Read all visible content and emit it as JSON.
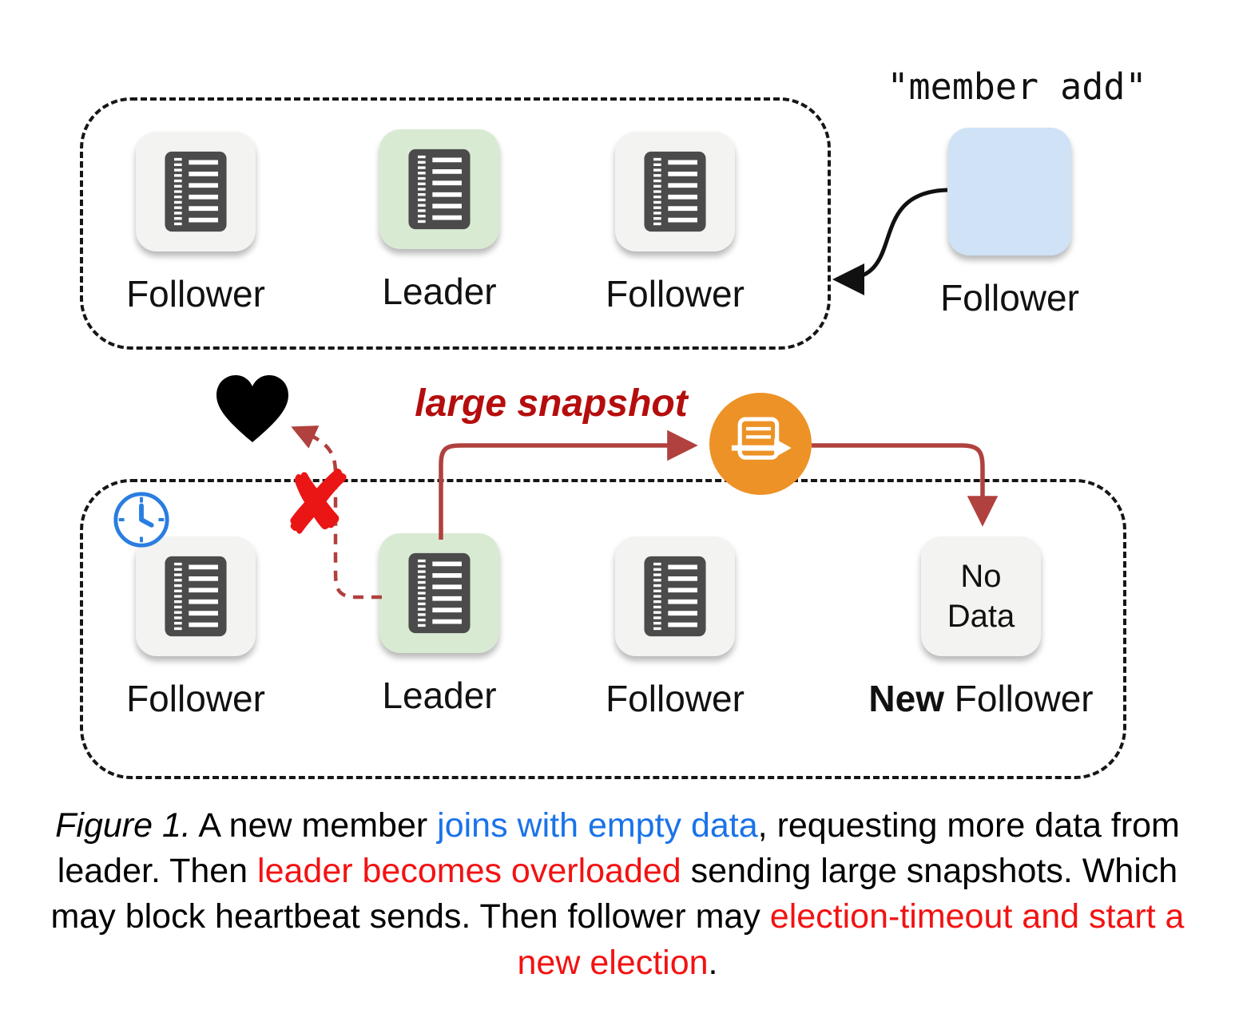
{
  "colors": {
    "leader_bg": "#d9ead3",
    "follower_bg": "#f3f3f1",
    "joining_follower_bg": "#cfe2f6",
    "arrow_dark_red": "#b0413e",
    "x_mark_red": "#ea1515",
    "large_snapshot_text": "#b50d0d",
    "caption_blue": "#1a73e8",
    "caption_red": "#f21212",
    "snapshot_badge_orange": "#ed9227",
    "clock_blue": "#2a7de1",
    "log_icon_dark": "#4b4b4b"
  },
  "top_cluster": {
    "nodes": [
      {
        "label": "Follower",
        "role": "follower"
      },
      {
        "label": "Leader",
        "role": "leader"
      },
      {
        "label": "Follower",
        "role": "follower"
      }
    ]
  },
  "joining": {
    "member_add": "\"member add\"",
    "label": "Follower"
  },
  "annotations": {
    "large_snapshot": "large snapshot",
    "x_mark": "✘"
  },
  "bottom_cluster": {
    "nodes": [
      {
        "label": "Follower",
        "role": "follower"
      },
      {
        "label": "Leader",
        "role": "leader"
      },
      {
        "label": "Follower",
        "role": "follower"
      }
    ],
    "new_follower": {
      "node_text": "No Data",
      "label_bold": "New",
      "label_rest": " Follower"
    }
  },
  "caption": {
    "segments": [
      {
        "text": "Figure 1.",
        "style": "italic"
      },
      {
        "text": " A new member ",
        "style": "normal"
      },
      {
        "text": "joins with empty data",
        "style": "blue"
      },
      {
        "text": ", requesting more data from leader. Then ",
        "style": "normal"
      },
      {
        "text": "leader becomes overloaded",
        "style": "red"
      },
      {
        "text": " sending large snapshots. Which may block heartbeat sends. Then follower may ",
        "style": "normal"
      },
      {
        "text": "election-timeout and start a new election",
        "style": "red"
      },
      {
        "text": ".",
        "style": "normal"
      }
    ]
  }
}
